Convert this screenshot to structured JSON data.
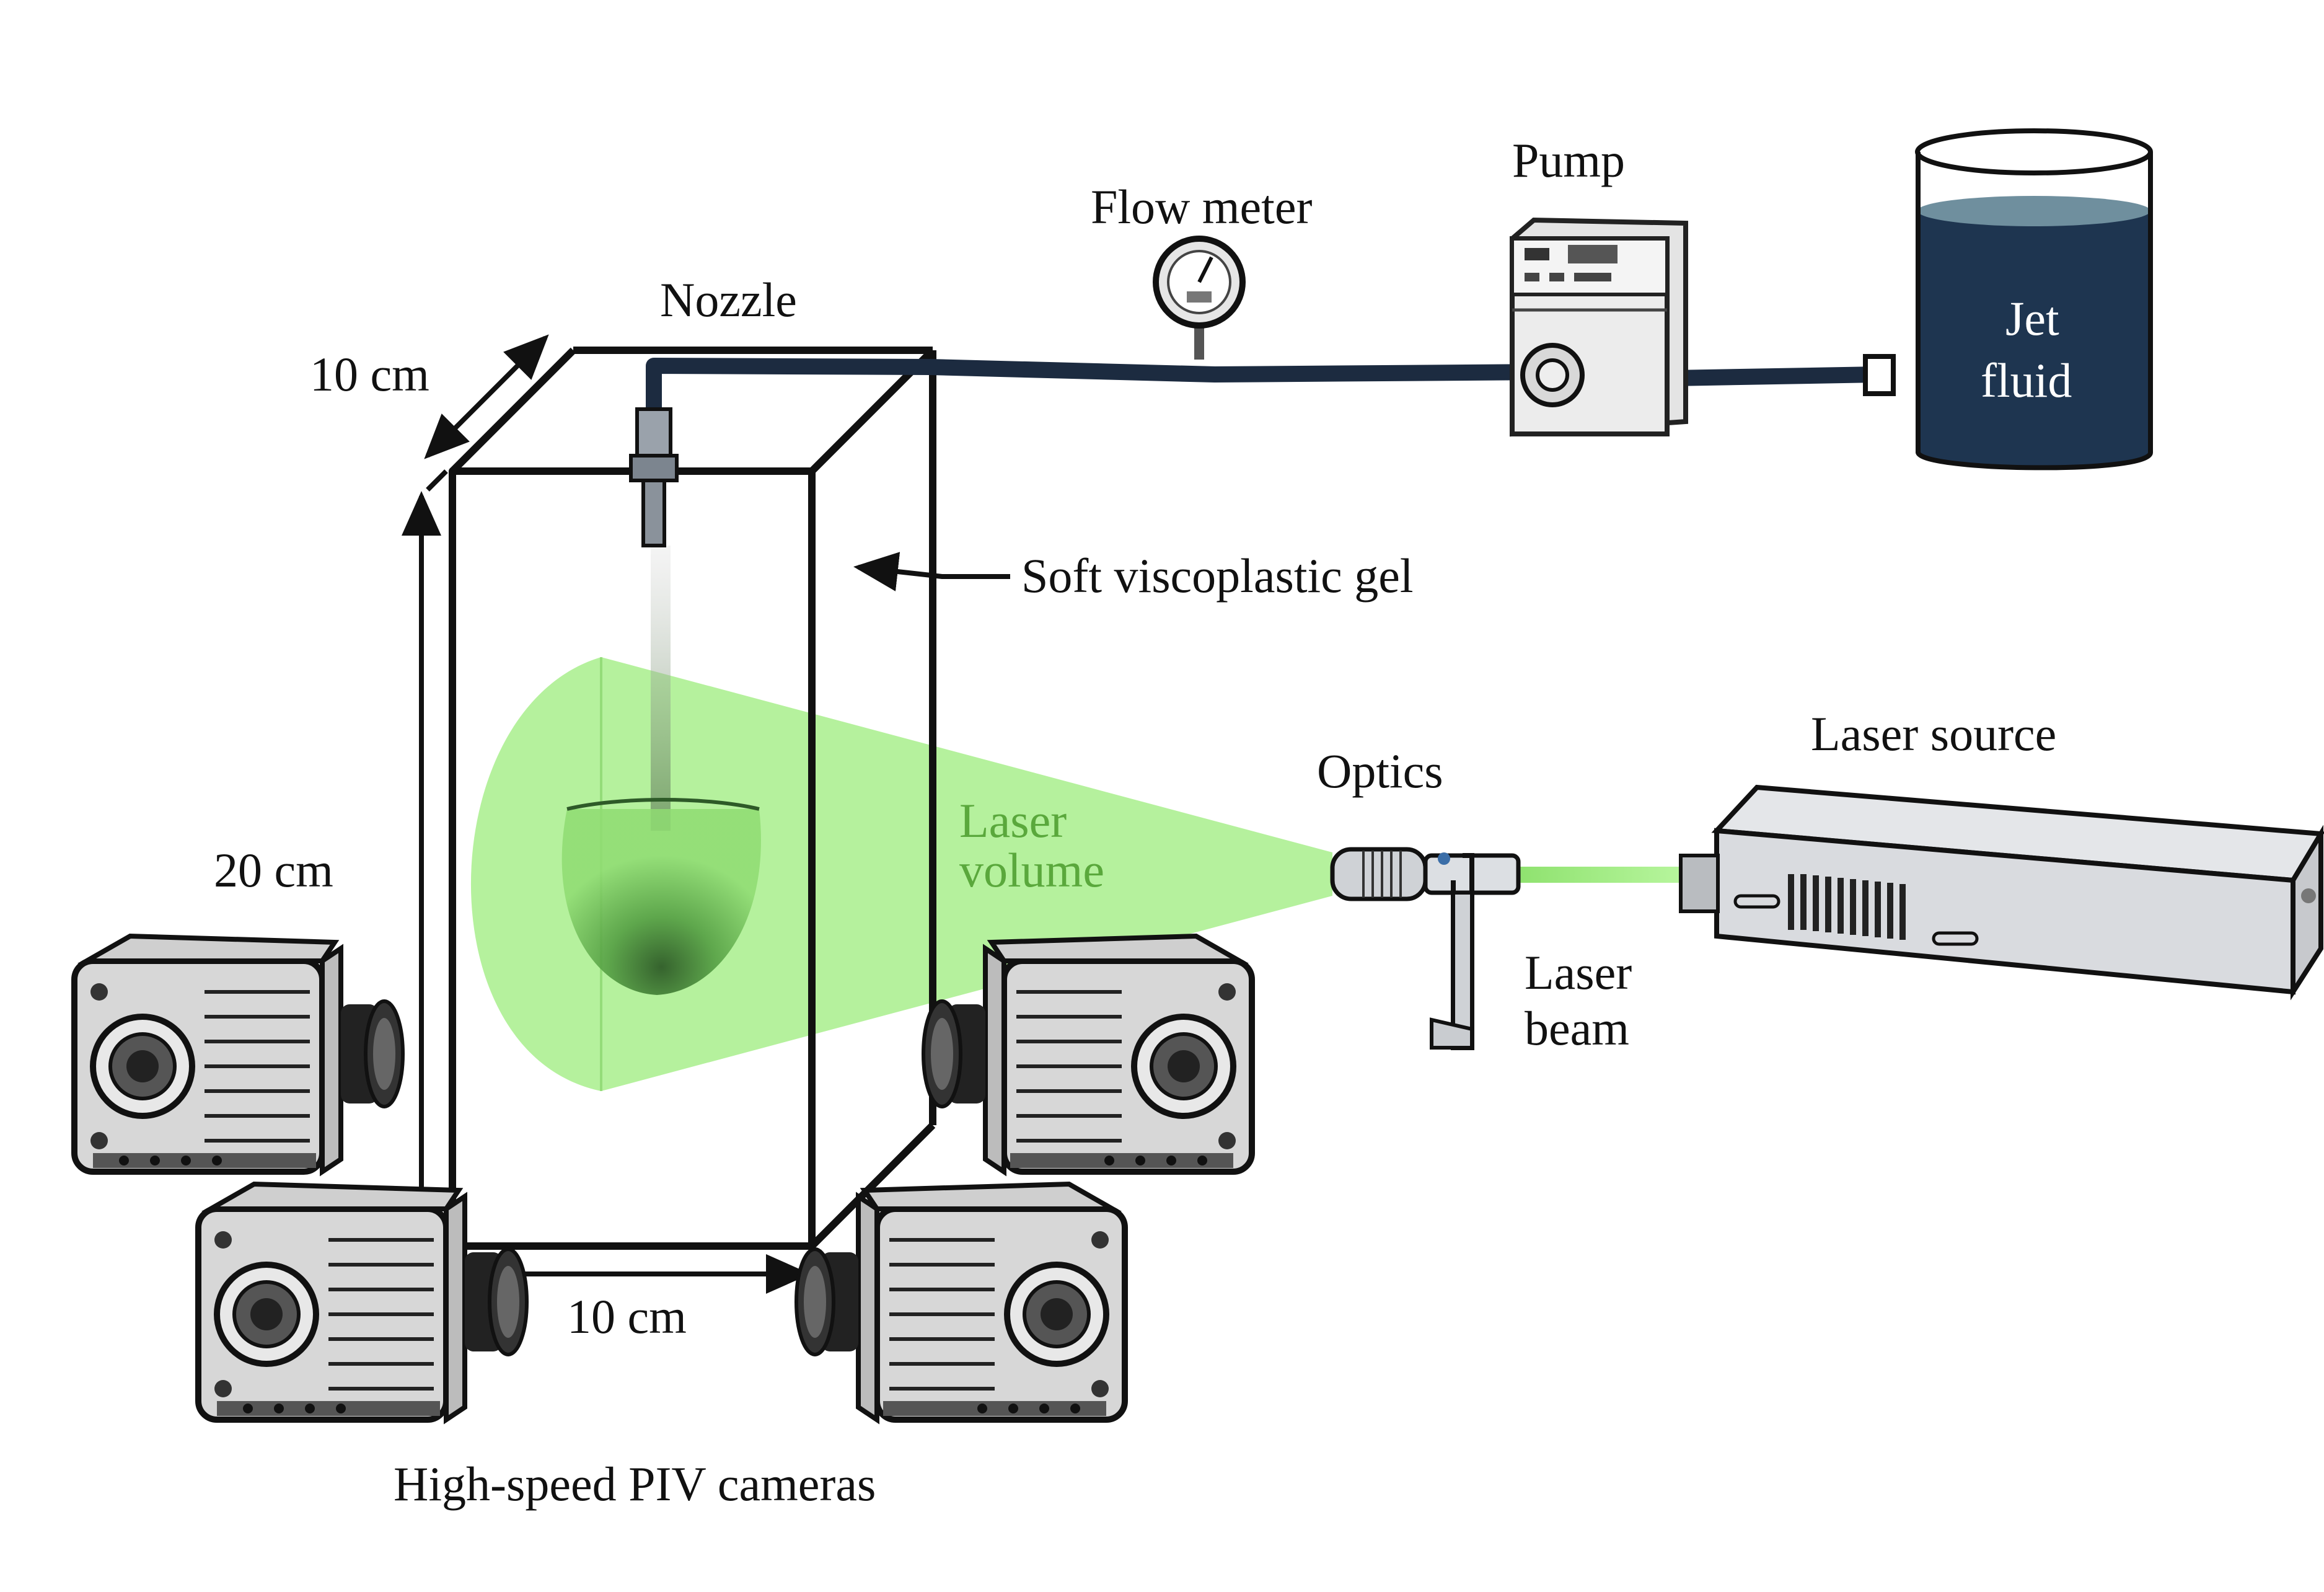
{
  "labels": {
    "nozzle": "Nozzle",
    "flow_meter": "Flow meter",
    "pump": "Pump",
    "jet_fluid_line1": "Jet",
    "jet_fluid_line2": "fluid",
    "depth_dim": "10 cm",
    "height_dim": "20 cm",
    "width_dim": "10 cm",
    "gel": "Soft viscoplastic gel",
    "laser_volume_line1": "Laser",
    "laser_volume_line2": "volume",
    "optics": "Optics",
    "laser_source": "Laser source",
    "laser_beam_line1": "Laser",
    "laser_beam_line2": "beam",
    "cameras": "High-speed PIV cameras"
  },
  "colors": {
    "laser_green": "#a8ef8c",
    "laser_label_green": "#5aa83c",
    "tube_navy": "#1c2b40",
    "fluid_navy": "#1e3550",
    "fluid_surface": "#6f8f9e",
    "device_gray": "#d9dbdf",
    "outline": "#111111"
  },
  "icons": {
    "nozzle": "nozzle-icon",
    "flow_meter": "flow-meter-gauge-icon",
    "pump": "peristaltic-pump-icon",
    "tank": "fluid-tank-icon",
    "optics": "optics-lens-icon",
    "laser": "laser-source-icon",
    "camera": "camera-icon"
  }
}
